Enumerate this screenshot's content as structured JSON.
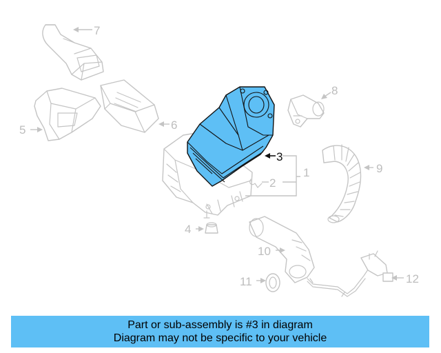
{
  "colors": {
    "highlight_fill": "#5ebff5",
    "banner_background": "#5ebff5",
    "part_outline": "#c4c4c4",
    "active_outline": "#111111"
  },
  "callouts": [
    "7",
    "8",
    "5",
    "6",
    "3",
    "1",
    "2",
    "9",
    "4",
    "10",
    "11",
    "12"
  ],
  "highlighted_part": "3",
  "banner": {
    "line1": "Part or sub-assembly is #3 in diagram",
    "line2": "Diagram may not be specific to your vehicle"
  }
}
